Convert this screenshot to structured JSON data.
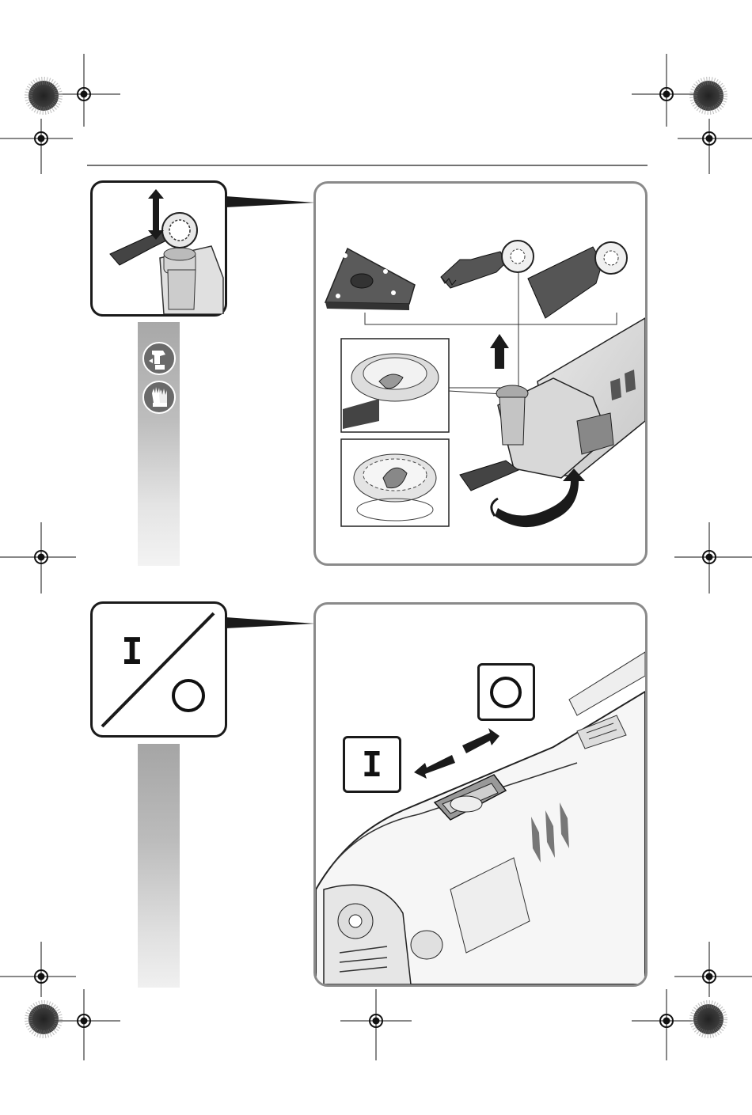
{
  "header": {
    "rule": true
  },
  "step1": {
    "thumbnail": "blade-change-thumbnail",
    "icons": [
      "remove-battery-icon",
      "wear-gloves-icon"
    ],
    "accessories": [
      "sanding-pad",
      "plunge-cut-blade",
      "wide-saw-blade"
    ]
  },
  "step2": {
    "symbol_on": "I",
    "symbol_off": "O",
    "label_on": "I",
    "label_off": "O"
  },
  "colors": {
    "frame": "#1a1a1a",
    "panel_border": "#8a8a8a",
    "strip": "#b8b8b8"
  }
}
